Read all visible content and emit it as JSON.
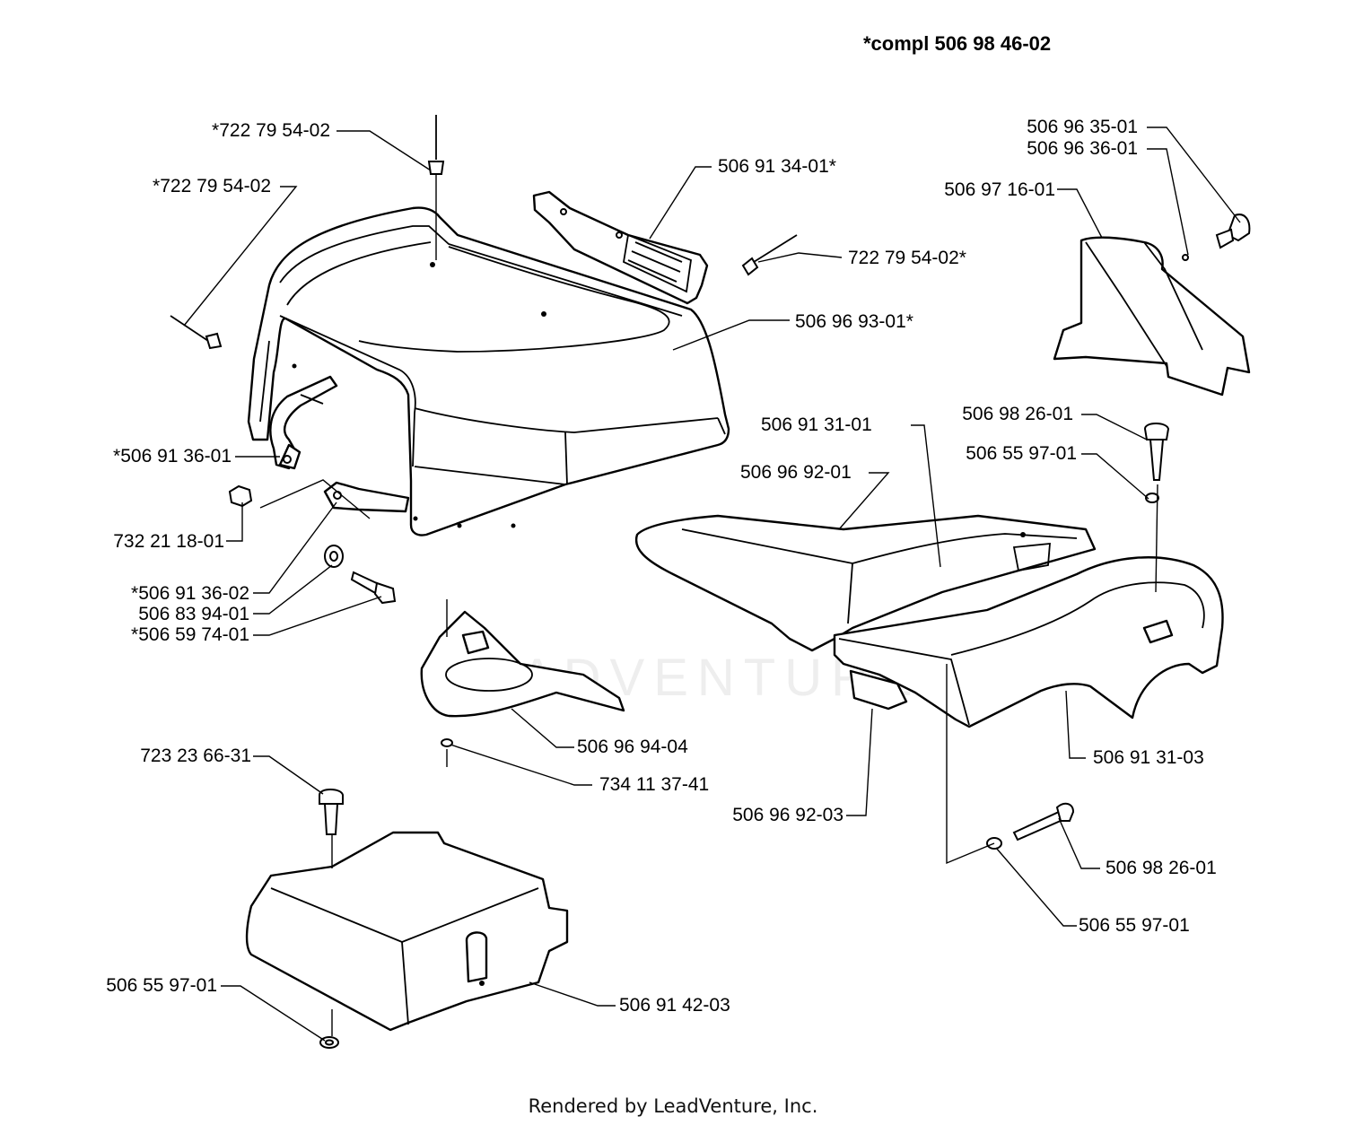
{
  "title": "*compl 506 98 46-02",
  "footer": "Rendered by LeadVenture, Inc.",
  "watermark": "LEADVENTURE",
  "labels": {
    "l01": "*722 79 54-02",
    "l02": "*722 79 54-02",
    "l03": "506 91 34-01*",
    "l04": "722 79 54-02*",
    "l05": "506 96 93-01*",
    "l06": "506 96 35-01",
    "l07": "506 96 36-01",
    "l08": "506 97 16-01",
    "l09": "*506 91 36-01",
    "l10": "732 21 18-01",
    "l11": "*506 91 36-02",
    "l12": "506 83 94-01",
    "l13": "*506 59 74-01",
    "l14": "506 91 31-01",
    "l15": "506 96 92-01",
    "l16": "506 98 26-01",
    "l17": "506 55 97-01",
    "l18": "506 96 94-04",
    "l19": "734 11 37-41",
    "l20": "506 91 31-03",
    "l21": "506 96 92-03",
    "l22": "723 23 66-31",
    "l23": "506 98 26-01",
    "l24": "506 55 97-01",
    "l25": "506 55 97-01",
    "l26": "506 91 42-03"
  }
}
